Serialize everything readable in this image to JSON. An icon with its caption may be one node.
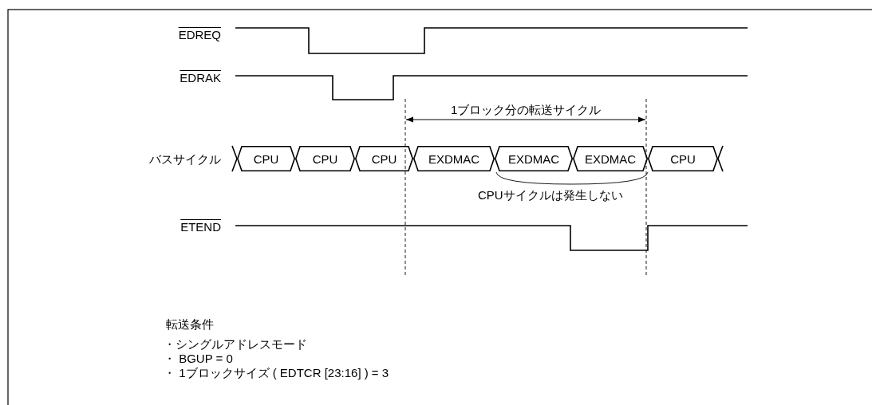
{
  "diagram": {
    "nodes": [
      {
        "text": [
          "CPU"
        ]
      },
      {
        "text": [
          "CPU"
        ]
      },
      {
        "text": [
          "CPU"
        ]
      },
      {
        "text": [
          "EXDMAC"
        ]
      },
      {
        "text": [
          "EXDMAC"
        ]
      },
      {
        "text": [
          "EXDMAC"
        ]
      },
      {
        "text": [
          "CPU"
        ]
      }
    ],
    "edges": [],
    "labels": [
      "EDREQ",
      "EDRAK",
      "1ブロック分の転送サイクル",
      "バスサイクル",
      "CPUサイクルは発生しない",
      "ETEND",
      "転送条件",
      "・シングルアドレスモード",
      "・ BGUP = 0",
      "・ 1ブロックサイズ ( EDTCR [23:16] ) = 3"
    ]
  }
}
